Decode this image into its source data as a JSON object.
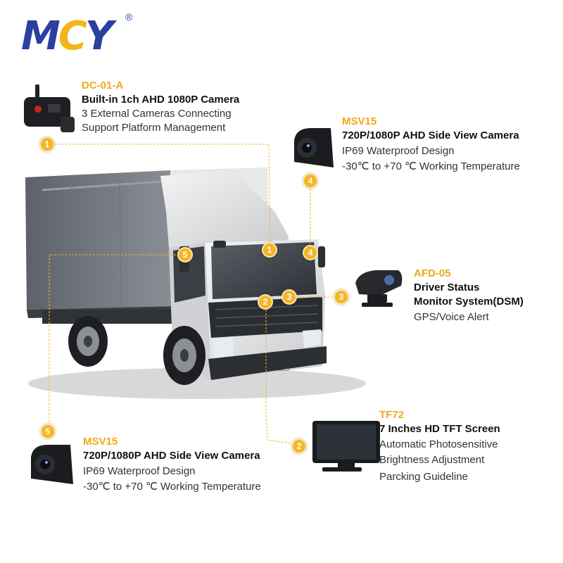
{
  "brand": {
    "logo_text": "MCY",
    "registered": "®"
  },
  "components": [
    {
      "id": "dc01a",
      "number": "1",
      "model": "DC-01-A",
      "title": "Built-in 1ch AHD 1080P Camera",
      "lines": [
        "3 External Cameras Connecting",
        "Support Platform Management"
      ]
    },
    {
      "id": "msv15_right",
      "number": "4",
      "model": "MSV15",
      "title": "720P/1080P AHD Side View Camera",
      "lines": [
        "IP69 Waterproof Design",
        "-30℃ to +70 ℃ Working Temperature"
      ]
    },
    {
      "id": "afd05",
      "number": "3",
      "model": "AFD-05",
      "title": "Driver Status",
      "title2": "Monitor System(DSM)",
      "lines": [
        "GPS/Voice Alert"
      ]
    },
    {
      "id": "tf72",
      "number": "2",
      "model": "TF72",
      "title": "7 Inches HD TFT Screen",
      "lines": [
        "Automatic Photosensitive",
        "Brightness Adjustment",
        "Parcking Guideline"
      ]
    },
    {
      "id": "msv15_left",
      "number": "5",
      "model": "MSV15",
      "title": "720P/1080P AHD Side View Camera",
      "lines": [
        "IP69 Waterproof Design",
        "-30℃ to +70 ℃ Working Temperature"
      ]
    }
  ],
  "colors": {
    "accent": "#f0a818",
    "badge": "#f4b628",
    "logo_blue": "#2a3fa0"
  }
}
